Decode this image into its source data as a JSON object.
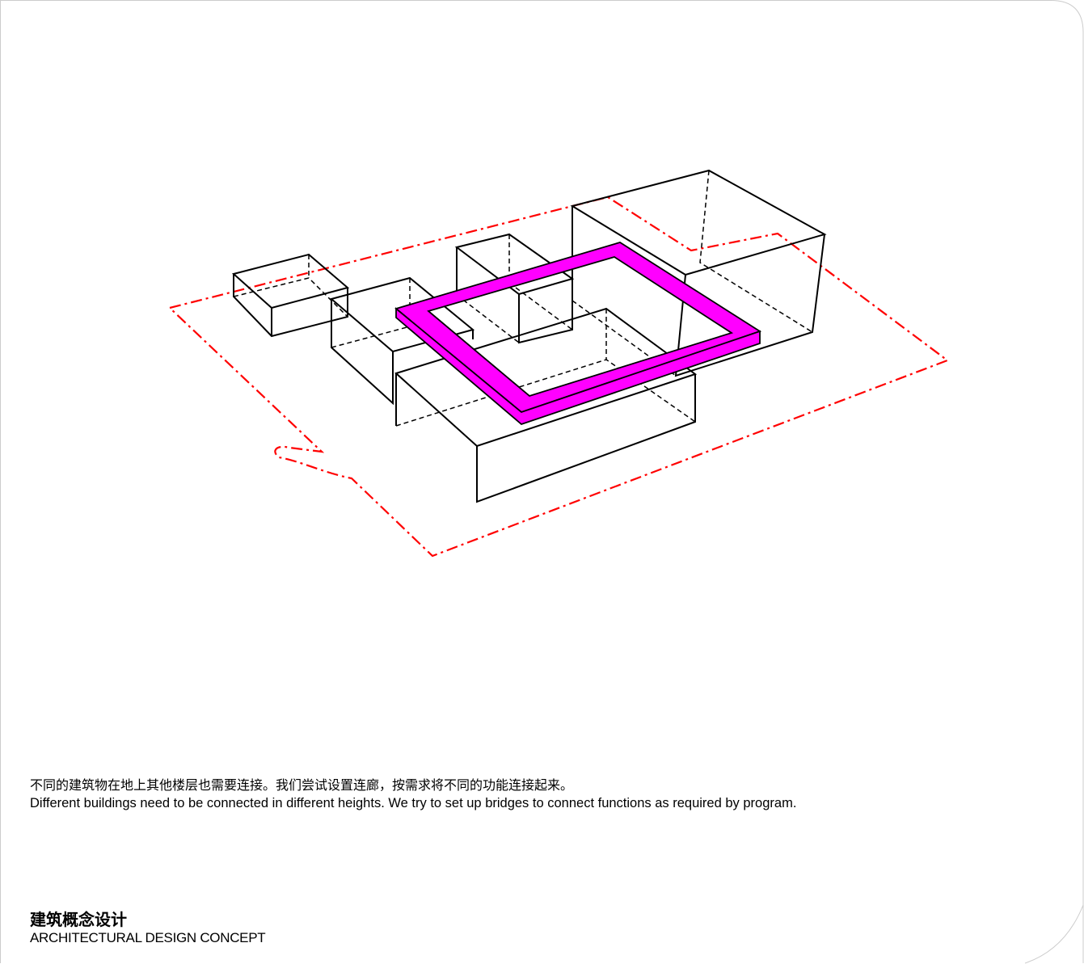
{
  "caption": {
    "chinese": "不同的建筑物在地上其他楼层也需要连接。我们尝试设置连廊，按需求将不同的功能连接起来。",
    "english": "Different buildings need to be connected in different heights. We try to set up bridges to connect functions as required by program."
  },
  "title": {
    "chinese": "建筑概念设计",
    "english": "ARCHITECTURAL DESIGN CONCEPT"
  },
  "colors": {
    "site_boundary": "#ff0000",
    "bridge": "#ff00ff",
    "building_outline": "#000000",
    "frame_border": "#cccccc"
  }
}
